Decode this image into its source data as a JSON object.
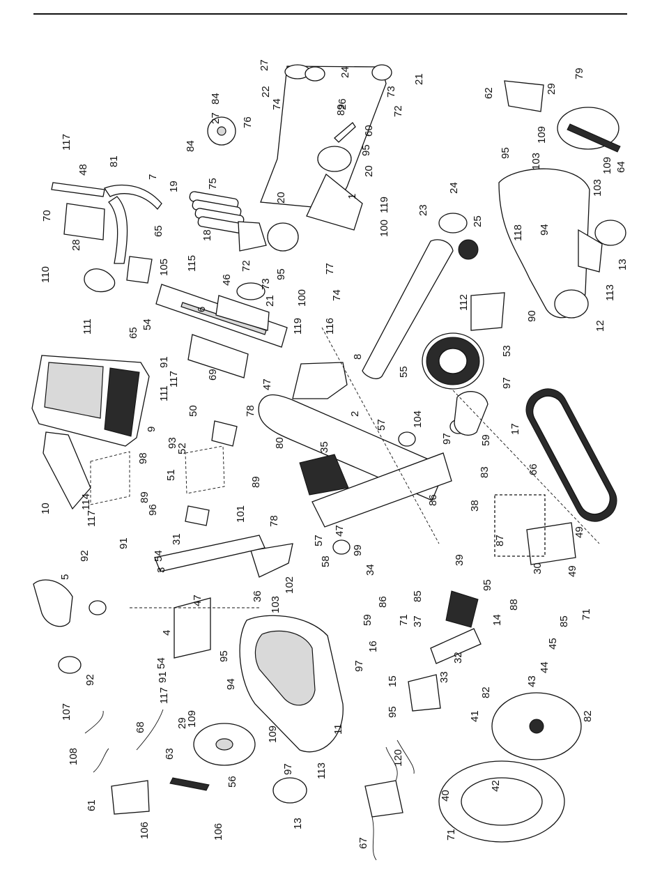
{
  "diagram": {
    "callouts": [
      {
        "id": "c1",
        "text": "1"
      },
      {
        "id": "c2",
        "text": "2"
      },
      {
        "id": "c3",
        "text": "3"
      },
      {
        "id": "c4",
        "text": "4"
      },
      {
        "id": "c5",
        "text": "5"
      },
      {
        "id": "c6",
        "text": "6"
      },
      {
        "id": "c7",
        "text": "7"
      },
      {
        "id": "c8",
        "text": "8"
      },
      {
        "id": "c9",
        "text": "9"
      },
      {
        "id": "c10",
        "text": "10"
      },
      {
        "id": "c11",
        "text": "11"
      },
      {
        "id": "c12",
        "text": "12"
      },
      {
        "id": "c13a",
        "text": "13"
      },
      {
        "id": "c13b",
        "text": "13"
      },
      {
        "id": "c14",
        "text": "14"
      },
      {
        "id": "c15",
        "text": "15"
      },
      {
        "id": "c16",
        "text": "16"
      },
      {
        "id": "c17",
        "text": "17"
      },
      {
        "id": "c18",
        "text": "18"
      },
      {
        "id": "c19",
        "text": "19"
      },
      {
        "id": "c20a",
        "text": "20"
      },
      {
        "id": "c20b",
        "text": "20"
      },
      {
        "id": "c21a",
        "text": "21"
      },
      {
        "id": "c21b",
        "text": "21"
      },
      {
        "id": "c22",
        "text": "22"
      },
      {
        "id": "c23",
        "text": "23"
      },
      {
        "id": "c24a",
        "text": "24"
      },
      {
        "id": "c24b",
        "text": "24"
      },
      {
        "id": "c25",
        "text": "25"
      },
      {
        "id": "c26",
        "text": "26"
      },
      {
        "id": "c27a",
        "text": "27"
      },
      {
        "id": "c27b",
        "text": "27"
      },
      {
        "id": "c28",
        "text": "28"
      },
      {
        "id": "c29a",
        "text": "29"
      },
      {
        "id": "c29b",
        "text": "29"
      },
      {
        "id": "c30",
        "text": "30"
      },
      {
        "id": "c31",
        "text": "31"
      },
      {
        "id": "c32",
        "text": "32"
      },
      {
        "id": "c33",
        "text": "33"
      },
      {
        "id": "c34",
        "text": "34"
      },
      {
        "id": "c35",
        "text": "35"
      },
      {
        "id": "c36",
        "text": "36"
      },
      {
        "id": "c37",
        "text": "37"
      },
      {
        "id": "c38",
        "text": "38"
      },
      {
        "id": "c39",
        "text": "39"
      },
      {
        "id": "c40",
        "text": "40"
      },
      {
        "id": "c41",
        "text": "41"
      },
      {
        "id": "c42",
        "text": "42"
      },
      {
        "id": "c43",
        "text": "43"
      },
      {
        "id": "c44",
        "text": "44"
      },
      {
        "id": "c45",
        "text": "45"
      },
      {
        "id": "c46",
        "text": "46"
      },
      {
        "id": "c47a",
        "text": "47"
      },
      {
        "id": "c47b",
        "text": "47"
      },
      {
        "id": "c47c",
        "text": "47"
      },
      {
        "id": "c48",
        "text": "48"
      },
      {
        "id": "c49a",
        "text": "49"
      },
      {
        "id": "c49b",
        "text": "49"
      },
      {
        "id": "c50",
        "text": "50"
      },
      {
        "id": "c51",
        "text": "51"
      },
      {
        "id": "c52",
        "text": "52"
      },
      {
        "id": "c53",
        "text": "53"
      },
      {
        "id": "c54a",
        "text": "54"
      },
      {
        "id": "c54b",
        "text": "54"
      },
      {
        "id": "c54c",
        "text": "54"
      },
      {
        "id": "c55",
        "text": "55"
      },
      {
        "id": "c56",
        "text": "56"
      },
      {
        "id": "c57a",
        "text": "57"
      },
      {
        "id": "c57b",
        "text": "57"
      },
      {
        "id": "c58",
        "text": "58"
      },
      {
        "id": "c59a",
        "text": "59"
      },
      {
        "id": "c59b",
        "text": "59"
      },
      {
        "id": "c60",
        "text": "60"
      },
      {
        "id": "c61",
        "text": "61"
      },
      {
        "id": "c62",
        "text": "62"
      },
      {
        "id": "c63",
        "text": "63"
      },
      {
        "id": "c64",
        "text": "64"
      },
      {
        "id": "c65a",
        "text": "65"
      },
      {
        "id": "c65b",
        "text": "65"
      },
      {
        "id": "c66",
        "text": "66"
      },
      {
        "id": "c67",
        "text": "67"
      },
      {
        "id": "c68",
        "text": "68"
      },
      {
        "id": "c69",
        "text": "69"
      },
      {
        "id": "c70",
        "text": "70"
      },
      {
        "id": "c71a",
        "text": "71"
      },
      {
        "id": "c71b",
        "text": "71"
      },
      {
        "id": "c71c",
        "text": "71"
      },
      {
        "id": "c72a",
        "text": "72"
      },
      {
        "id": "c72b",
        "text": "72"
      },
      {
        "id": "c73a",
        "text": "73"
      },
      {
        "id": "c73b",
        "text": "73"
      },
      {
        "id": "c74a",
        "text": "74"
      },
      {
        "id": "c74b",
        "text": "74"
      },
      {
        "id": "c75",
        "text": "75"
      },
      {
        "id": "c76",
        "text": "76"
      },
      {
        "id": "c77",
        "text": "77"
      },
      {
        "id": "c78a",
        "text": "78"
      },
      {
        "id": "c78b",
        "text": "78"
      },
      {
        "id": "c79",
        "text": "79"
      },
      {
        "id": "c80",
        "text": "80"
      },
      {
        "id": "c81",
        "text": "81"
      },
      {
        "id": "c82a",
        "text": "82"
      },
      {
        "id": "c82b",
        "text": "82"
      },
      {
        "id": "c83",
        "text": "83"
      },
      {
        "id": "c84a",
        "text": "84"
      },
      {
        "id": "c84b",
        "text": "84"
      },
      {
        "id": "c85a",
        "text": "85"
      },
      {
        "id": "c85b",
        "text": "85"
      },
      {
        "id": "c86a",
        "text": "86"
      },
      {
        "id": "c86b",
        "text": "86"
      },
      {
        "id": "c87",
        "text": "87"
      },
      {
        "id": "c88",
        "text": "88"
      },
      {
        "id": "c89a",
        "text": "89"
      },
      {
        "id": "c89b",
        "text": "89"
      },
      {
        "id": "c89c",
        "text": "89"
      },
      {
        "id": "c90",
        "text": "90"
      },
      {
        "id": "c91a",
        "text": "91"
      },
      {
        "id": "c91b",
        "text": "91"
      },
      {
        "id": "c91c",
        "text": "91"
      },
      {
        "id": "c92a",
        "text": "92"
      },
      {
        "id": "c92b",
        "text": "92"
      },
      {
        "id": "c93",
        "text": "93"
      },
      {
        "id": "c94a",
        "text": "94"
      },
      {
        "id": "c94b",
        "text": "94"
      },
      {
        "id": "c95a",
        "text": "95"
      },
      {
        "id": "c95b",
        "text": "95"
      },
      {
        "id": "c95c",
        "text": "95"
      },
      {
        "id": "c95d",
        "text": "95"
      },
      {
        "id": "c95e",
        "text": "95"
      },
      {
        "id": "c95f",
        "text": "95"
      },
      {
        "id": "c96",
        "text": "96"
      },
      {
        "id": "c97a",
        "text": "97"
      },
      {
        "id": "c97b",
        "text": "97"
      },
      {
        "id": "c97c",
        "text": "97"
      },
      {
        "id": "c97d",
        "text": "97"
      },
      {
        "id": "c98",
        "text": "98"
      },
      {
        "id": "c99",
        "text": "99"
      },
      {
        "id": "c100a",
        "text": "100"
      },
      {
        "id": "c100b",
        "text": "100"
      },
      {
        "id": "c101",
        "text": "101"
      },
      {
        "id": "c102",
        "text": "102"
      },
      {
        "id": "c103a",
        "text": "103"
      },
      {
        "id": "c103b",
        "text": "103"
      },
      {
        "id": "c103c",
        "text": "103"
      },
      {
        "id": "c104",
        "text": "104"
      },
      {
        "id": "c105",
        "text": "105"
      },
      {
        "id": "c106a",
        "text": "106"
      },
      {
        "id": "c106b",
        "text": "106"
      },
      {
        "id": "c107",
        "text": "107"
      },
      {
        "id": "c108",
        "text": "108"
      },
      {
        "id": "c109a",
        "text": "109"
      },
      {
        "id": "c109b",
        "text": "109"
      },
      {
        "id": "c109c",
        "text": "109"
      },
      {
        "id": "c109d",
        "text": "109"
      },
      {
        "id": "c110",
        "text": "110"
      },
      {
        "id": "c111a",
        "text": "111"
      },
      {
        "id": "c111b",
        "text": "111"
      },
      {
        "id": "c112",
        "text": "112"
      },
      {
        "id": "c113a",
        "text": "113"
      },
      {
        "id": "c113b",
        "text": "113"
      },
      {
        "id": "c114",
        "text": "114"
      },
      {
        "id": "c115",
        "text": "115"
      },
      {
        "id": "c116",
        "text": "116"
      },
      {
        "id": "c117a",
        "text": "117"
      },
      {
        "id": "c117b",
        "text": "117"
      },
      {
        "id": "c117c",
        "text": "117"
      },
      {
        "id": "c117d",
        "text": "117"
      },
      {
        "id": "c118",
        "text": "118"
      },
      {
        "id": "c119a",
        "text": "119"
      },
      {
        "id": "c119b",
        "text": "119"
      },
      {
        "id": "c120",
        "text": "120"
      }
    ]
  }
}
